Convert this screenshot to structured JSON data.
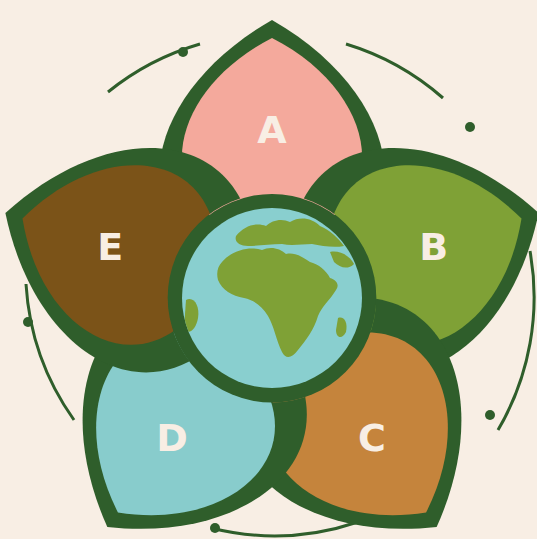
{
  "diagram": {
    "nodes": [
      {
        "text": [
          "A"
        ]
      },
      {
        "text": [
          "B"
        ]
      },
      {
        "text": [
          "C"
        ]
      },
      {
        "text": [
          "D"
        ]
      },
      {
        "text": [
          "E"
        ]
      }
    ]
  }
}
